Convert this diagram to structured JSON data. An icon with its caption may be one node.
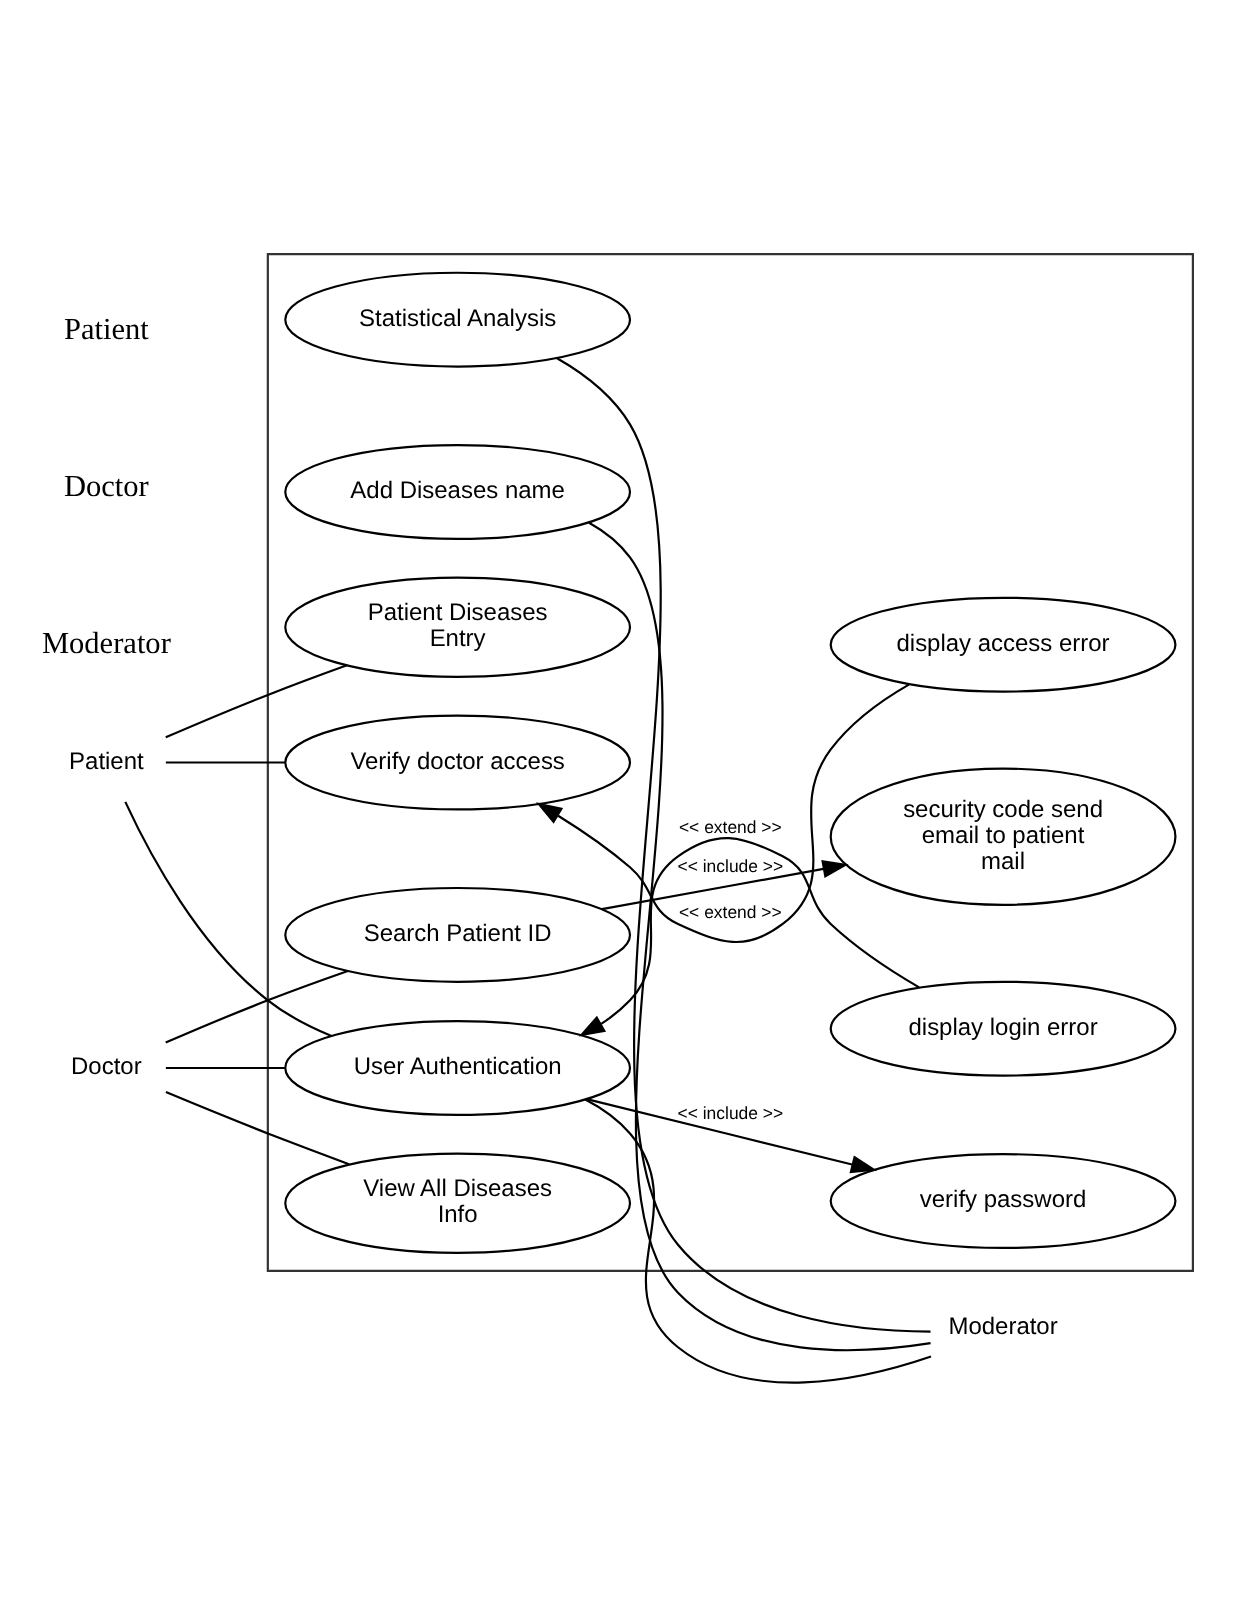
{
  "diagram": {
    "nodes": [
      {
        "text": [],
        "shape": "box"
      },
      {
        "text": [
          "Patient"
        ]
      },
      {
        "text": [
          "Doctor"
        ]
      },
      {
        "text": [
          "verify password"
        ],
        "in": 0
      },
      {
        "text": [
          "User Authentication"
        ],
        "in": 0
      },
      {
        "text": [
          "display login error"
        ],
        "in": 0
      },
      {
        "text": [
          "Patient Diseases Entry"
        ],
        "in": 0
      },
      {
        "text": [
          "security code send email to patient mail"
        ],
        "in": 0
      },
      {
        "text": [
          "Search Patient ID"
        ],
        "in": 0
      },
      {
        "text": [
          "display access error"
        ],
        "in": 0
      },
      {
        "text": [
          "Verify doctor access"
        ],
        "in": 0
      },
      {
        "text": [
          "View All Diseases Info"
        ],
        "in": 0
      },
      {
        "text": [
          "Add Diseases name"
        ],
        "in": 0
      },
      {
        "text": [
          "Statistical Analysis"
        ],
        "in": 0
      },
      {
        "text": [
          "Moderator"
        ]
      }
    ],
    "edges": [
      {
        "from": 4,
        "to": 3,
        "arrow": "to",
        "label": "<< include >>"
      },
      {
        "from": 5,
        "to": 4,
        "arrow": "to",
        "label": "<< extend >>"
      },
      {
        "from": 1,
        "to": 4,
        "arrow": "none"
      },
      {
        "from": 1,
        "to": 6,
        "arrow": "none"
      },
      {
        "from": 1,
        "to": 10,
        "arrow": "none"
      },
      {
        "from": 2,
        "to": 4,
        "arrow": "none"
      },
      {
        "from": 2,
        "to": 8,
        "arrow": "none"
      },
      {
        "from": 2,
        "to": 11,
        "arrow": "none"
      },
      {
        "from": 14,
        "to": 4,
        "arrow": "none"
      },
      {
        "from": 8,
        "to": 7,
        "arrow": "to",
        "label": "<< include >>"
      },
      {
        "from": 9,
        "to": 10,
        "arrow": "to",
        "label": "<< extend >>"
      },
      {
        "from": 14,
        "to": 12,
        "arrow": "none"
      },
      {
        "from": 14,
        "to": 13,
        "arrow": "none"
      }
    ],
    "labels": [
      "Patient",
      "Doctor",
      "Moderator"
    ]
  }
}
